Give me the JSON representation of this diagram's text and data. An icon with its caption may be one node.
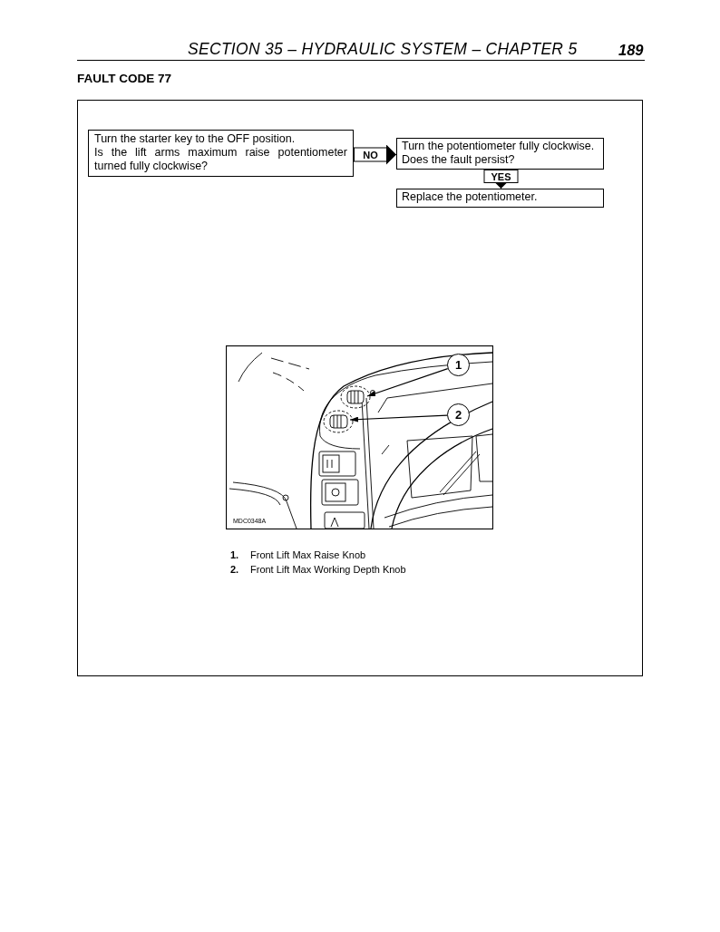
{
  "diagram": {
    "title": "FAULT CODE 77",
    "nodes": [
      {
        "text": [
          "Turn the starter key to the OFF position.",
          "Is the lift arms maximum raise potentiometer turned fully clockwise?"
        ]
      },
      {
        "text": [
          "Turn the potentiometer fully clockwise.",
          "Does the fault persist?"
        ]
      },
      {
        "text": [
          "Replace the potentiometer."
        ]
      },
      {
        "text": [
          "1"
        ]
      },
      {
        "text": [
          "2"
        ]
      }
    ],
    "edges": [
      {
        "from": 0,
        "to": 1,
        "arrow": "to",
        "label": "NO"
      },
      {
        "from": 1,
        "to": 2,
        "arrow": "to",
        "label": "YES"
      },
      {
        "from": 3,
        "to": null,
        "arrow": "to"
      },
      {
        "from": 4,
        "to": null,
        "arrow": "to"
      }
    ],
    "labels": [
      "SECTION 35 – HYDRAULIC SYSTEM – CHAPTER 5",
      "189",
      "MDC0348A",
      "1.",
      "Front Lift Max Raise Knob",
      "2.",
      "Front Lift Max Working Depth Knob"
    ]
  }
}
